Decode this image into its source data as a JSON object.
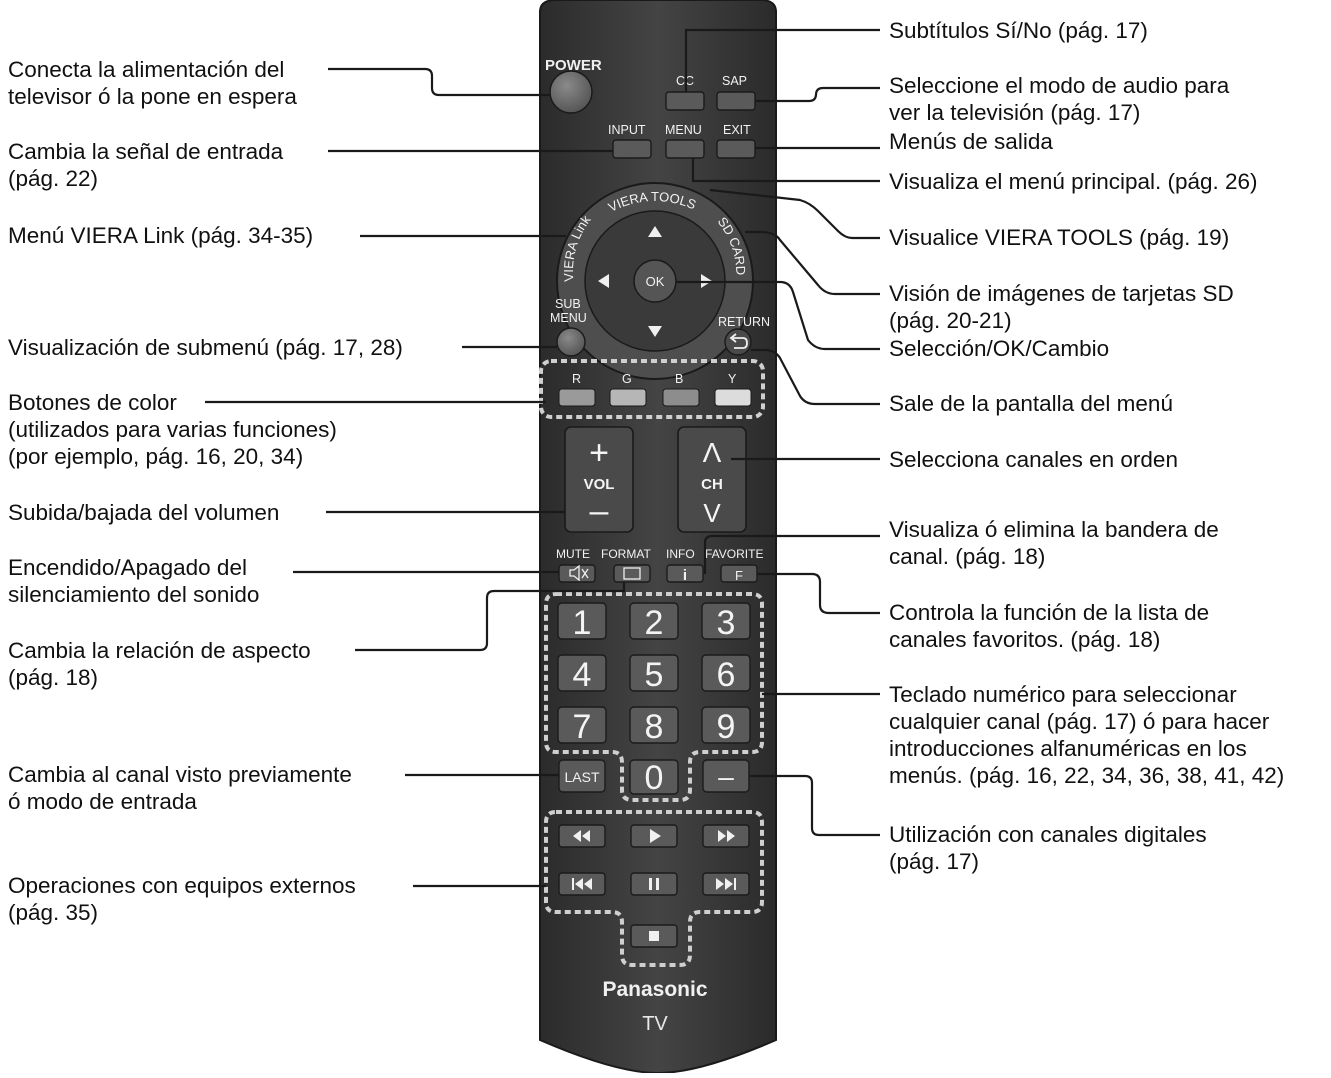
{
  "remote": {
    "power_label": "POWER",
    "cc_label": "CC",
    "sap_label": "SAP",
    "input_label": "INPUT",
    "menu_label": "MENU",
    "exit_label": "EXIT",
    "viera_tools_label": "VIERA TOOLS",
    "viera_link_label": "VIERA Link",
    "sd_card_label": "SD CARD",
    "ok_label": "OK",
    "sub_menu_label_1": "SUB",
    "sub_menu_label_2": "MENU",
    "return_label": "RETURN",
    "color_labels": [
      "R",
      "G",
      "B",
      "Y"
    ],
    "vol_plus": "+",
    "vol_label": "VOL",
    "vol_minus": "–",
    "ch_up": "Λ",
    "ch_label": "CH",
    "ch_down": "V",
    "mute_label": "MUTE",
    "format_label": "FORMAT",
    "info_label": "INFO",
    "favorite_label": "FAVORITE",
    "info_glyph": "i",
    "favorite_glyph": "F",
    "numbers": [
      "1",
      "2",
      "3",
      "4",
      "5",
      "6",
      "7",
      "8",
      "9"
    ],
    "last_label": "LAST",
    "zero_label": "0",
    "dash_label": "–",
    "brand": "Panasonic",
    "model": "TV",
    "colors": {
      "body": "#3c3c3c",
      "button": "#5a5a5a",
      "color_r": "#9a9a9a",
      "color_g": "#b6b6b6",
      "color_b": "#8d8d8d",
      "color_y": "#dcdcdc"
    }
  },
  "callouts_left": {
    "power": [
      "Conecta la alimentación del",
      "televisor ó la pone en espera"
    ],
    "input": [
      "Cambia la señal de entrada",
      "(pág. 22)"
    ],
    "viera_link": [
      "Menú VIERA Link (pág. 34-35)"
    ],
    "sub_menu": [
      "Visualización de submenú (pág. 17, 28)"
    ],
    "color_buttons": [
      "Botones de color",
      "(utilizados para varias funciones)",
      "(por ejemplo, pág. 16, 20, 34)"
    ],
    "volume": [
      "Subida/bajada del volumen"
    ],
    "mute": [
      "Encendido/Apagado del",
      "silenciamiento del sonido"
    ],
    "format": [
      "Cambia la relación de aspecto",
      "(pág. 18)"
    ],
    "last": [
      "Cambia al canal visto previamente",
      "ó modo de entrada"
    ],
    "external": [
      "Operaciones con equipos externos",
      "(pág. 35)"
    ]
  },
  "callouts_right": {
    "cc": [
      "Subtítulos Sí/No (pág. 17)"
    ],
    "sap": [
      "Seleccione el modo de audio para",
      "ver la televisión (pág. 17)"
    ],
    "exit": [
      "Menús de salida"
    ],
    "menu": [
      "Visualiza el menú principal. (pág. 26)"
    ],
    "viera_tools": [
      "Visualice VIERA TOOLS (pág. 19)"
    ],
    "sd_card": [
      "Visión de imágenes de tarjetas SD",
      "(pág. 20-21)"
    ],
    "ok": [
      "Selección/OK/Cambio"
    ],
    "return": [
      "Sale de la pantalla del menú"
    ],
    "channel": [
      "Selecciona canales en orden"
    ],
    "info": [
      "Visualiza ó elimina la bandera de",
      "canal. (pág. 18)"
    ],
    "favorite": [
      "Controla la función de la lista de",
      "canales favoritos. (pág. 18)"
    ],
    "numeric": [
      "Teclado numérico para seleccionar",
      "cualquier canal (pág. 17) ó para hacer",
      "introducciones alfanuméricas en los",
      "menús. (pág. 16, 22, 34, 36, 38, 41, 42)"
    ],
    "digital": [
      "Utilización con canales digitales",
      "(pág. 17)"
    ]
  }
}
